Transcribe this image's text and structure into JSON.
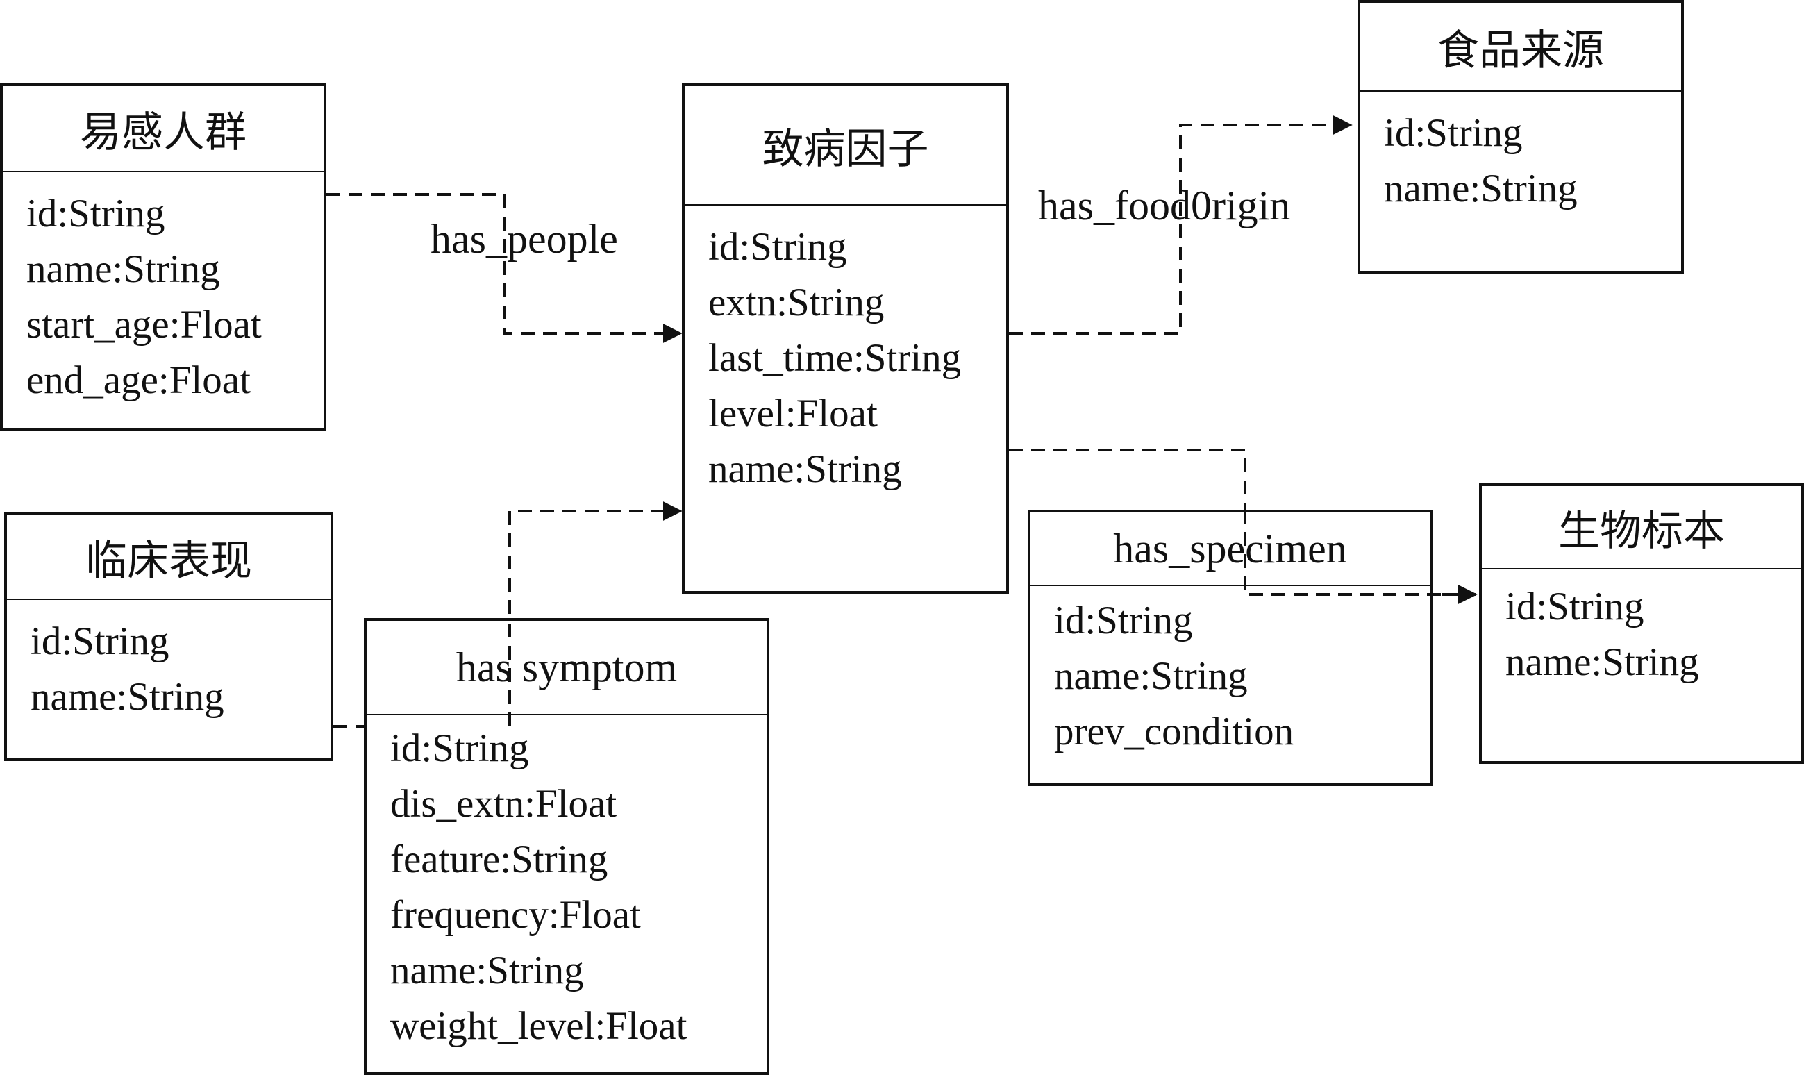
{
  "entities": {
    "susceptible": {
      "title": "易感人群",
      "attrs": [
        "id:String",
        "name:String",
        "start_age:Float",
        "end_age:Float"
      ]
    },
    "pathogen": {
      "title": "致病因子",
      "attrs": [
        "id:String",
        "extn:String",
        "last_time:String",
        "level:Float",
        "name:String"
      ]
    },
    "food_origin": {
      "title": "食品来源",
      "attrs": [
        "id:String",
        "name:String"
      ]
    },
    "clinical": {
      "title": "临床表现",
      "attrs": [
        "id:String",
        "name:String"
      ]
    },
    "has_symptom": {
      "title": "has symptom",
      "attrs": [
        "id:String",
        "dis_extn:Float",
        "feature:String",
        "frequency:Float",
        "name:String",
        "weight_level:Float"
      ]
    },
    "has_specimen": {
      "title": "has_specimen",
      "attrs": [
        "id:String",
        "name:String",
        "prev_condition"
      ]
    },
    "specimen": {
      "title": "生物标本",
      "attrs": [
        "id:String",
        "name:String"
      ]
    }
  },
  "relations": {
    "has_people": "has_people",
    "has_food_origin": "has_food0rigin"
  }
}
